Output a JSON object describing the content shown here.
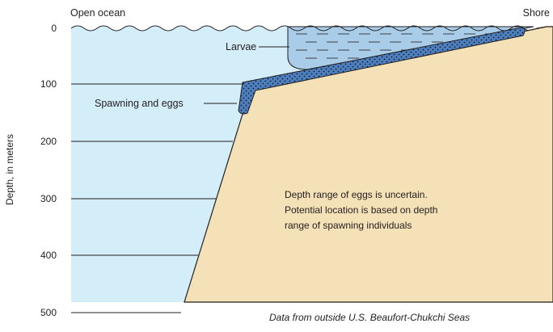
{
  "labels": {
    "open_ocean": "Open ocean",
    "shore": "Shore",
    "larvae": "Larvae",
    "spawning": "Spawning and eggs",
    "y_axis": "Depth, in meters",
    "note_line1": "Depth range of eggs is uncertain.",
    "note_line2": "Potential location is based on depth",
    "note_line3": "range of spawning individuals",
    "source": "Data from outside U.S. Beaufort-Chukchi Seas"
  },
  "depth_ticks": [
    "0",
    "100",
    "200",
    "300",
    "400",
    "500"
  ],
  "colors": {
    "water": "#d3edf9",
    "seabed": "#f5e1b7",
    "larvae_zone": "#a9cde8",
    "egg_zone": "#4d80c1",
    "line": "#231f20"
  }
}
